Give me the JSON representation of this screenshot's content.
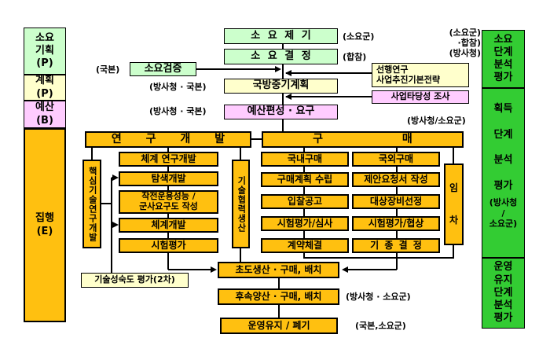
{
  "colors": {
    "light_green": "#ccffcc",
    "cream": "#ffffcc",
    "pink": "#ffccff",
    "orange": "#ffc010",
    "bright_green": "#33cc33"
  },
  "left_sidebar": {
    "requirement_planning": "소요\n기획\n(P)",
    "planning": "계획\n(P)",
    "budget": "예산\n(B)",
    "execution": "집행\n(E)"
  },
  "right_sidebar": {
    "requirement_phase": "소요\n단계\n분석\n평가",
    "acquisition_phase": "획득\n\n단계\n\n분석\n\n평가",
    "acquisition_phase_sub": "(방사청\n/\n소요군)",
    "operation_phase": "운영\n유지\n단계\n분석\n평가"
  },
  "top_flow": {
    "requirement_raise": "소 요 제 기",
    "requirement_decision": "소 요 결 정",
    "requirement_verification": "소요검증",
    "midterm_plan": "국방중기계획",
    "budgeting": "예산편성 · 요구",
    "preliminary_research": "선행연구\n사업추진기본전략",
    "feasibility_study": "사업타당성 조사",
    "labels": {
      "soyogun": "(소요군)",
      "hapcham": "(합참)",
      "stack": "(소요군)\n·합참)\n(방사청)",
      "gukbon": "(국본)",
      "bangsa_gukbon_1": "(방사청 · 국본)",
      "bangsa_gukbon_2": "(방사청 · 국본)",
      "bangsa_soyogun": "(방사청/소요군)"
    }
  },
  "rnd": {
    "header": "연 구 개 발",
    "core_tech": "핵심기술연구개발",
    "tech_coop": "기술협력생산",
    "steps": [
      "체계 연구개발",
      "탐색개발",
      "작전운용성능 /\n군사요구도 작성",
      "체계개발",
      "시험평가"
    ]
  },
  "purchase": {
    "header": "구 매",
    "lease": "임\n\n차",
    "left_steps": [
      "국내구매",
      "구매계획 수립",
      "입찰공고",
      "시험평가/심사",
      "계약체결"
    ],
    "right_steps": [
      "국외구매",
      "제안요청서 작성",
      "대상장비선정",
      "시험평가/협상",
      "기 종 결 정"
    ]
  },
  "bottom_flow": {
    "tech_maturity": "기술성숙도 평가(2차)",
    "initial_production": "초도생산 · 구매, 배치",
    "follow_production": "후속양산 · 구매, 배치",
    "operation_disposal": "운영유지 / 폐기",
    "follow_label": "(방사청 · 소요군)",
    "disposal_label": "(국본,소요군)"
  }
}
